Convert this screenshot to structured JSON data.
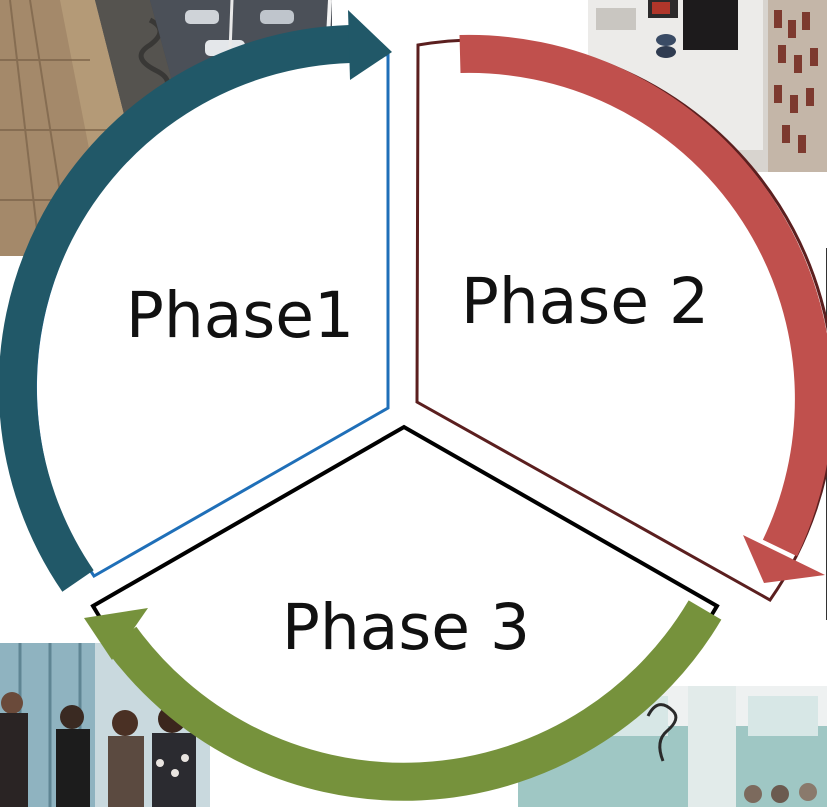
{
  "diagram": {
    "phases": [
      {
        "label": "Phase1",
        "color": "#215868",
        "border": "#1F6FB8"
      },
      {
        "label": "Phase 2",
        "color": "#C0504D",
        "border": "#5B1F1F"
      },
      {
        "label": "Phase 3",
        "color": "#76923C",
        "border": "#000000"
      }
    ]
  },
  "photos": [
    {
      "name": "boardwalk-parking-photo"
    },
    {
      "name": "exhibition-wall-photo"
    },
    {
      "name": "hallway-photo"
    },
    {
      "name": "group-of-people-photo"
    },
    {
      "name": "laboratory-photo"
    }
  ]
}
